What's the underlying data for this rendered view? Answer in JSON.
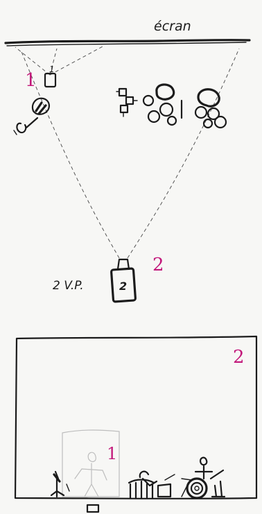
{
  "labels": {
    "screen": "écran",
    "camera_1_box": "1",
    "camera_1_marker": "1",
    "camera_2_box": "2",
    "camera_2_marker": "2",
    "camera_2_note": "2 V.P.",
    "view_2_marker": "2",
    "view_1_marker": "1"
  },
  "colors": {
    "ink": "#1b1b1b",
    "marker": "#c2187a",
    "paper": "#f7f7f5"
  },
  "icons": {
    "camera_1": "camera-icon",
    "camera_2": "camera-icon",
    "performer": "person-icon",
    "drums": "drum-kit-icon"
  }
}
